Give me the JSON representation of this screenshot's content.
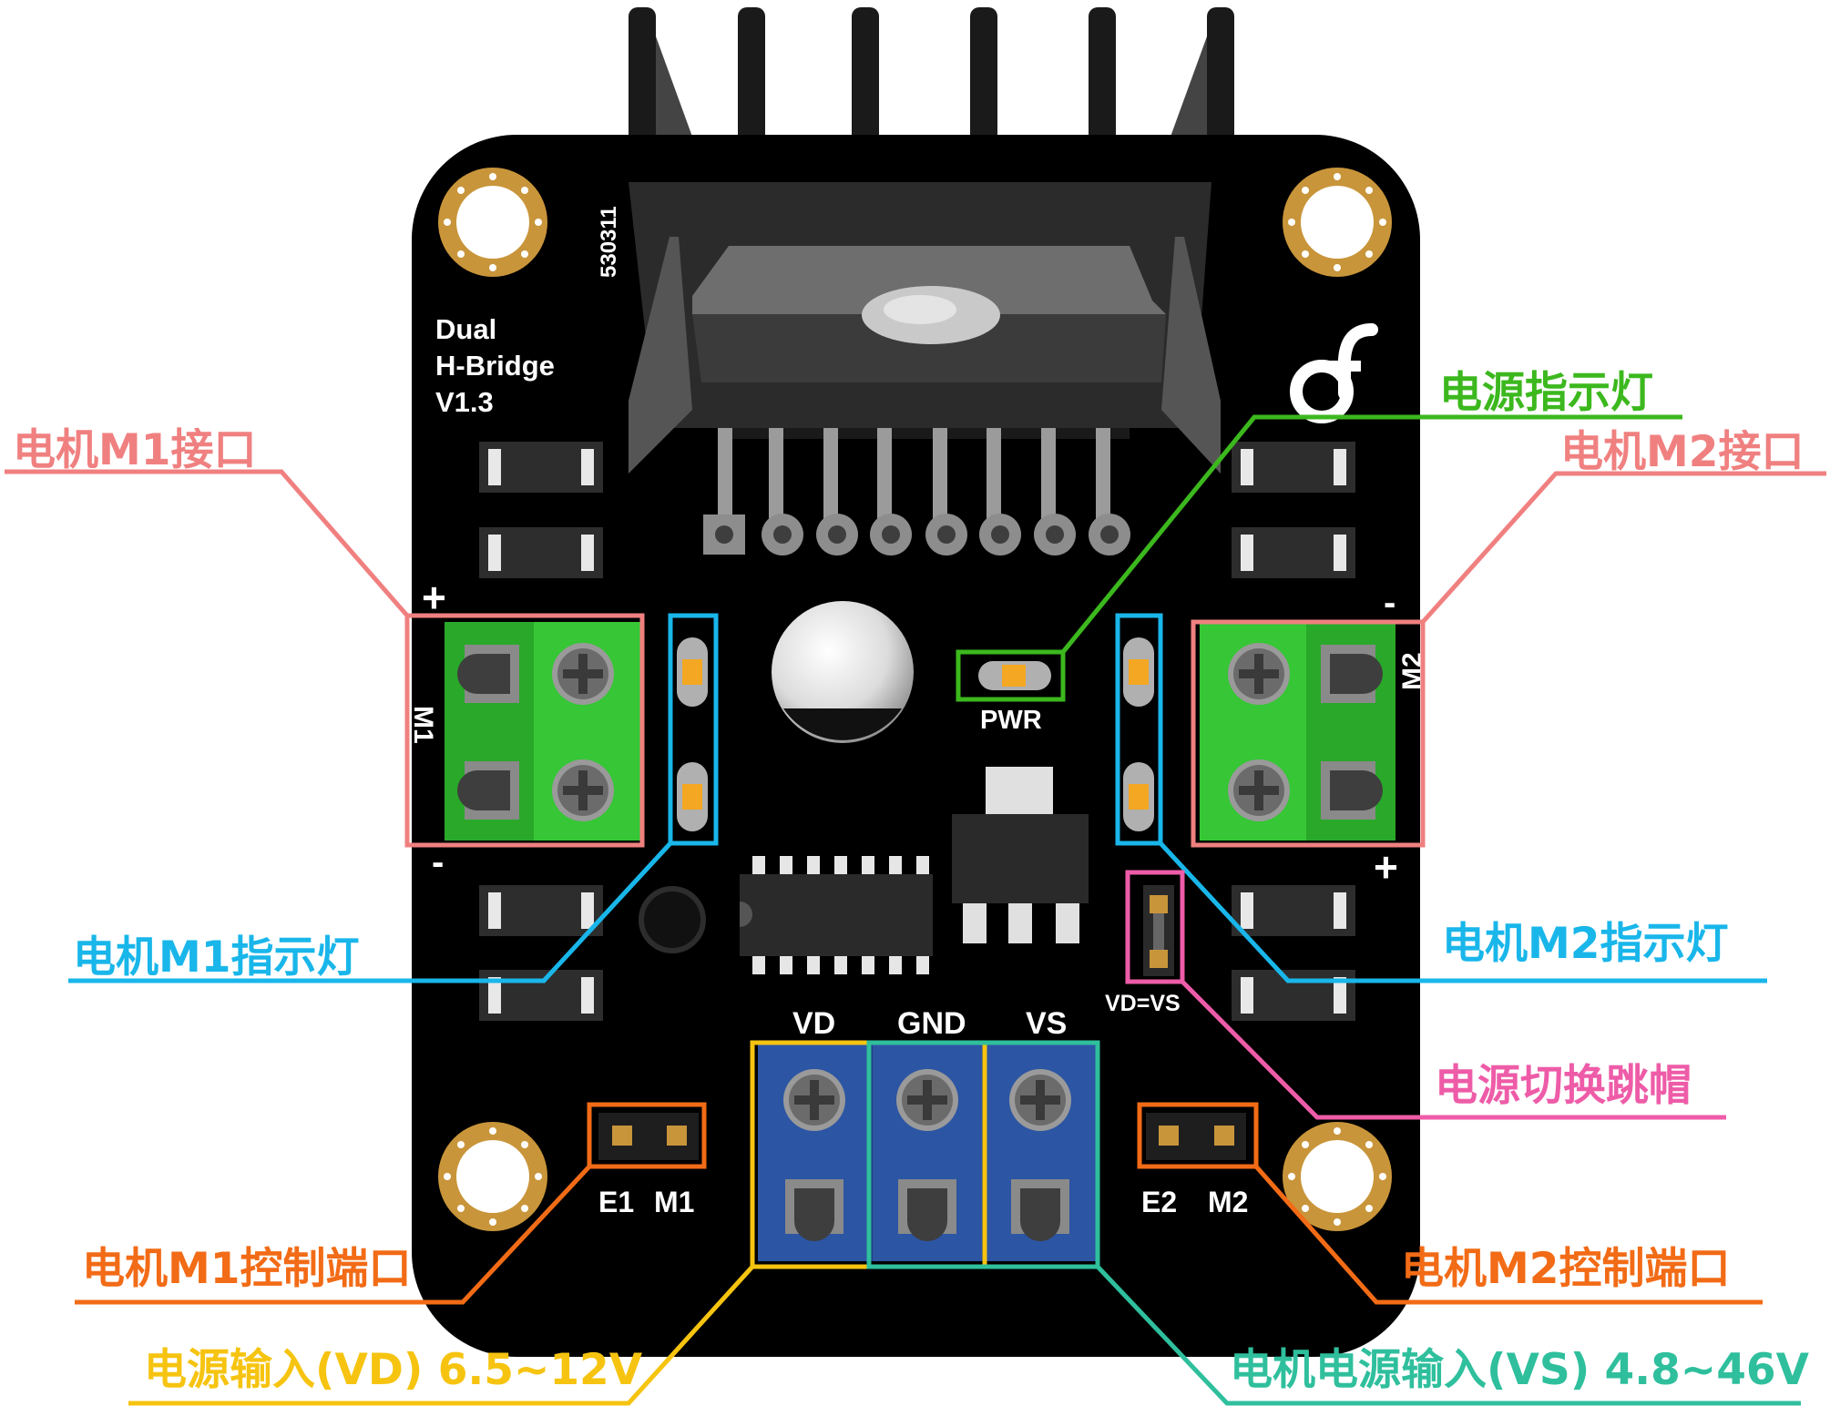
{
  "board": {
    "title_lines": [
      "Dual",
      "H-Bridge",
      "V1.3"
    ],
    "serial": "530311",
    "logo": "df-logo",
    "silk": {
      "pwr": "PWR",
      "m1": "M1",
      "m2": "M2",
      "vd": "VD",
      "gnd": "GND",
      "vs": "VS",
      "jumper": "VD=VS",
      "e1": "E1",
      "m1_pin": "M1",
      "e2": "E2",
      "m2_pin": "M2",
      "plus": "+",
      "minus": "-"
    }
  },
  "callouts": {
    "m1_port": "电机M1接口",
    "m2_port": "电机M2接口",
    "power_led": "电源指示灯",
    "m1_led": "电机M1指示灯",
    "m2_led": "电机M2指示灯",
    "power_jumper": "电源切换跳帽",
    "m1_control": "电机M1控制端口",
    "m2_control": "电机M2控制端口",
    "power_in_vd": "电源输入(VD) 6.5~12V",
    "motor_power_vs": "电机电源输入(VS) 4.8~46V"
  },
  "colors": {
    "m1_port": "#f08080",
    "m2_port": "#f08080",
    "power_led": "#3cb81e",
    "motor_led": "#19b6ea",
    "power_jumper": "#ee5ca8",
    "control": "#f26b16",
    "power_vd": "#f6c410",
    "power_vs": "#2fbf9d",
    "board": "#000000",
    "terminal_green": "#2eb82e",
    "terminal_blue": "#2c55a3"
  }
}
